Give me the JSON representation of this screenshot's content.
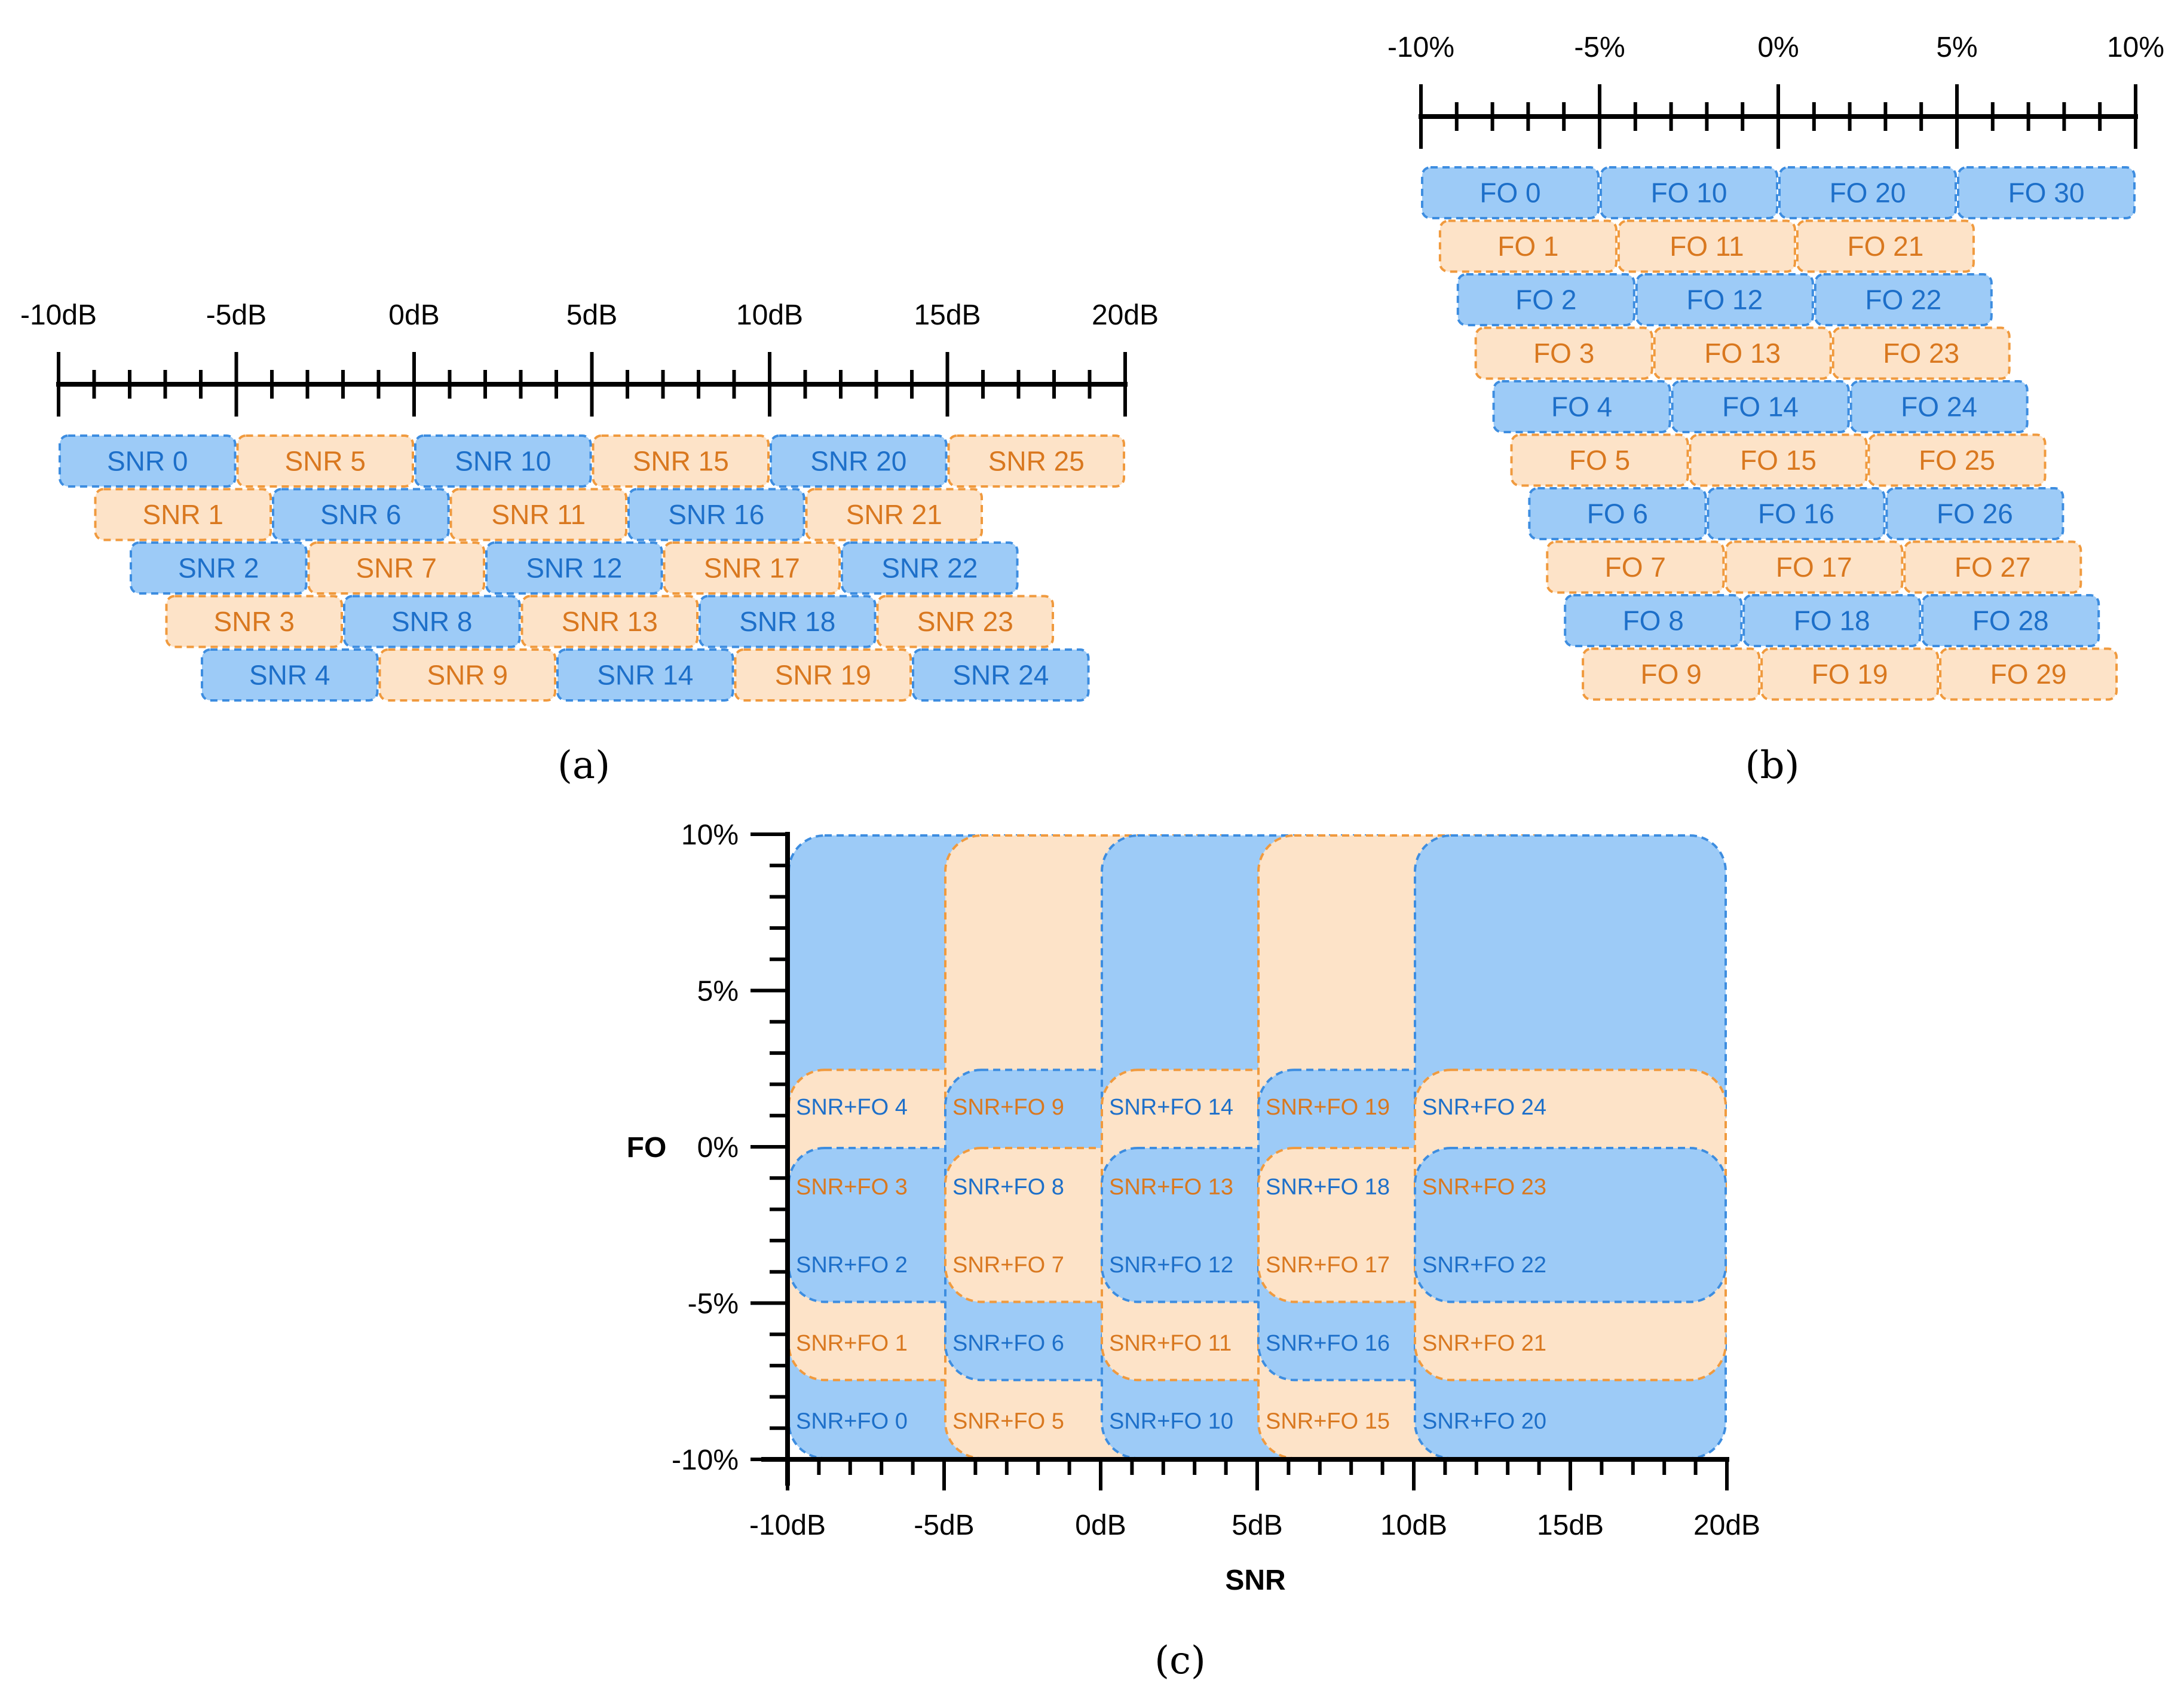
{
  "colors": {
    "blue_fill": "#9dcbf7",
    "blue_stroke": "#3d8de0",
    "blue_text": "#1d6fc9",
    "orange_fill": "#fde3c8",
    "orange_stroke": "#f09a3e",
    "orange_text": "#d9781f",
    "axis": "#000000"
  },
  "panel_a": {
    "caption": "(a)",
    "axis_ticks": [
      "-10dB",
      "-5dB",
      "0dB",
      "5dB",
      "10dB",
      "15dB",
      "20dB"
    ],
    "bins": [
      "SNR 0",
      "SNR 1",
      "SNR 2",
      "SNR 3",
      "SNR 4",
      "SNR 5",
      "SNR 6",
      "SNR 7",
      "SNR 8",
      "SNR 9",
      "SNR 10",
      "SNR 11",
      "SNR 12",
      "SNR 13",
      "SNR 14",
      "SNR 15",
      "SNR 16",
      "SNR 17",
      "SNR 18",
      "SNR 19",
      "SNR 20",
      "SNR 21",
      "SNR 22",
      "SNR 23",
      "SNR 24",
      "SNR 25"
    ]
  },
  "panel_b": {
    "caption": "(b)",
    "axis_ticks": [
      "-10%",
      "-5%",
      "0%",
      "5%",
      "10%"
    ],
    "bins": [
      "FO 0",
      "FO 1",
      "FO 2",
      "FO 3",
      "FO 4",
      "FO 5",
      "FO 6",
      "FO 7",
      "FO 8",
      "FO 9",
      "FO 10",
      "FO 11",
      "FO 12",
      "FO 13",
      "FO 14",
      "FO 15",
      "FO 16",
      "FO 17",
      "FO 18",
      "FO 19",
      "FO 20",
      "FO 21",
      "FO 22",
      "FO 23",
      "FO 24",
      "FO 25",
      "FO 26",
      "FO 27",
      "FO 28",
      "FO 29",
      "FO 30"
    ]
  },
  "panel_c": {
    "caption": "(c)",
    "x_label": "SNR",
    "y_label": "FO",
    "x_ticks": [
      "-10dB",
      "-5dB",
      "0dB",
      "5dB",
      "10dB",
      "15dB",
      "20dB"
    ],
    "y_ticks": [
      "10%",
      "5%",
      "0%",
      "-5%",
      "-10%"
    ],
    "cells": [
      "SNR+FO 0",
      "SNR+FO 1",
      "SNR+FO 2",
      "SNR+FO 3",
      "SNR+FO 4",
      "SNR+FO 5",
      "SNR+FO 6",
      "SNR+FO 7",
      "SNR+FO 8",
      "SNR+FO 9",
      "SNR+FO 10",
      "SNR+FO 11",
      "SNR+FO 12",
      "SNR+FO 13",
      "SNR+FO 14",
      "SNR+FO 15",
      "SNR+FO 16",
      "SNR+FO 17",
      "SNR+FO 18",
      "SNR+FO 19",
      "SNR+FO 20",
      "SNR+FO 21",
      "SNR+FO 22",
      "SNR+FO 23",
      "SNR+FO 24"
    ]
  }
}
